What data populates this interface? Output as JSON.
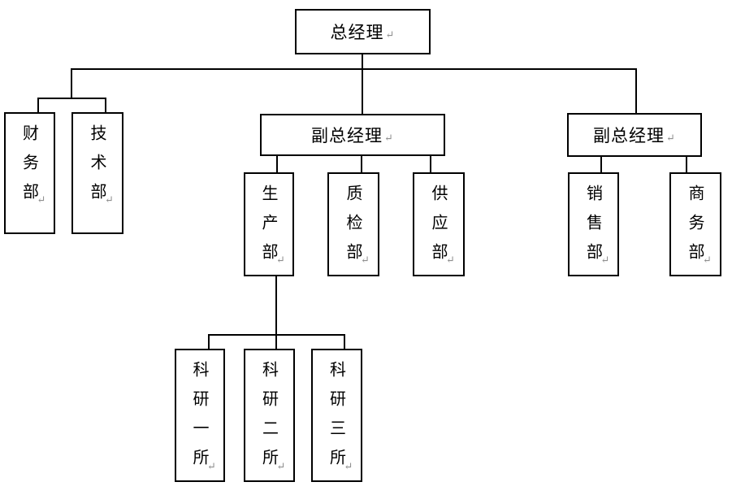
{
  "diagram": {
    "type": "org-chart",
    "nodes": {
      "general_manager": {
        "label": "总经理"
      },
      "finance": {
        "label": "财务部"
      },
      "technology": {
        "label": "技术部"
      },
      "deputy_gm_center": {
        "label": "副总经理"
      },
      "production": {
        "label": "生产部"
      },
      "quality": {
        "label": "质检部"
      },
      "supply": {
        "label": "供应部"
      },
      "deputy_gm_right": {
        "label": "副总经理"
      },
      "sales": {
        "label": "销售部"
      },
      "commerce": {
        "label": "商务部"
      },
      "research1": {
        "label": "科研一所"
      },
      "research2": {
        "label": "科研二所"
      },
      "research3": {
        "label": "科研三所"
      }
    },
    "edges": [
      [
        "general_manager",
        "finance"
      ],
      [
        "general_manager",
        "technology"
      ],
      [
        "general_manager",
        "deputy_gm_center"
      ],
      [
        "general_manager",
        "deputy_gm_right"
      ],
      [
        "deputy_gm_center",
        "production"
      ],
      [
        "deputy_gm_center",
        "quality"
      ],
      [
        "deputy_gm_center",
        "supply"
      ],
      [
        "deputy_gm_right",
        "sales"
      ],
      [
        "deputy_gm_right",
        "commerce"
      ],
      [
        "production",
        "research1"
      ],
      [
        "production",
        "research2"
      ],
      [
        "production",
        "research3"
      ]
    ],
    "paragraph_mark": "↵",
    "colors": {
      "line": "#000000",
      "border": "#000000",
      "text": "#000000",
      "background": "#ffffff",
      "paragraph_mark": "#8f8f8f"
    }
  }
}
